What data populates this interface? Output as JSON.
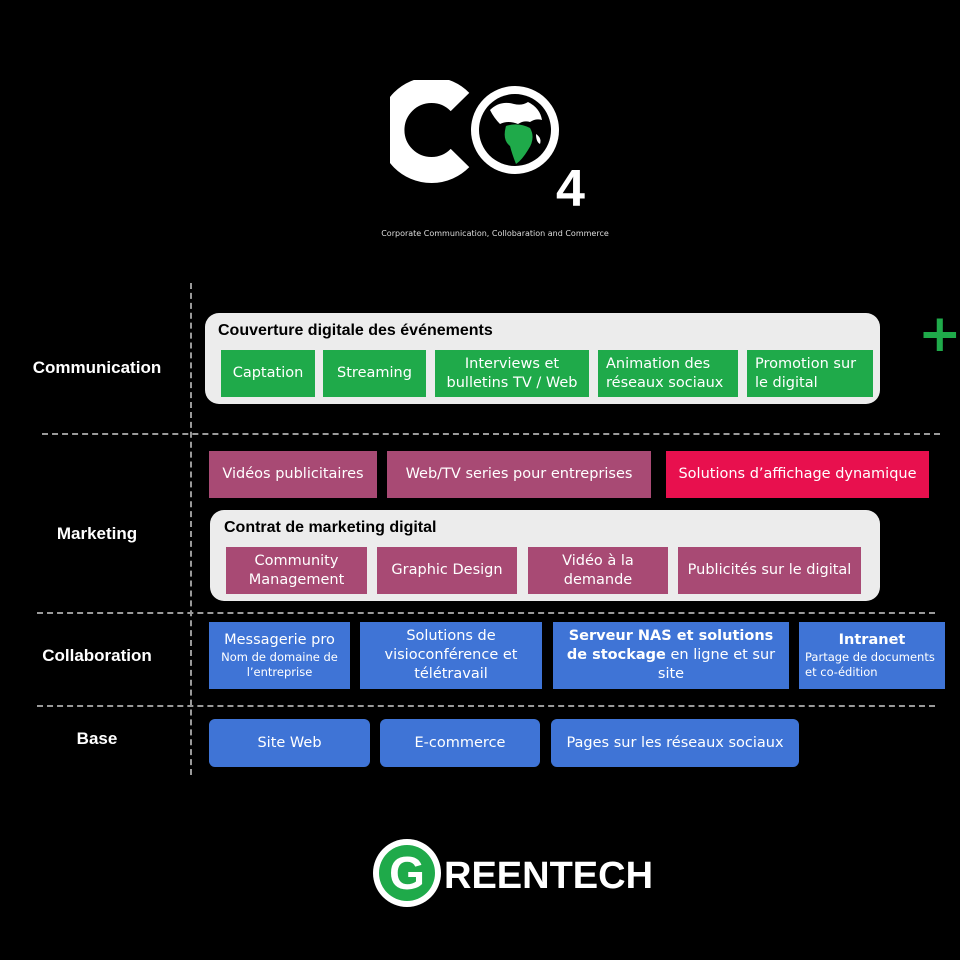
{
  "header": {
    "logo_text": "CO",
    "logo_subscript": "4",
    "tagline": "Corporate Communication, Collobaration and Commerce"
  },
  "rows": {
    "communication": "Communication",
    "marketing": "Marketing",
    "collaboration": "Collaboration",
    "base": "Base"
  },
  "communication": {
    "panel_title": "Couverture digitale des événements",
    "items": [
      "Captation",
      "Streaming",
      "Interviews et bulletins TV / Web",
      "Animation des réseaux sociaux",
      "Promotion sur le digital"
    ],
    "plus_symbol": "+"
  },
  "marketing": {
    "top_items": [
      "Vidéos publicitaires",
      "Web/TV series pour entreprises",
      "Solutions d’affichage dynamique"
    ],
    "panel_title": "Contrat de marketing digital",
    "items": [
      "Community Management",
      "Graphic Design",
      "Vidéo à la demande",
      "Publicités sur le digital"
    ]
  },
  "collaboration": {
    "messagerie_title": "Messagerie pro",
    "messagerie_sub": "Nom de domaine de l’entreprise",
    "visio": "Solutions de visioconférence et télétravail",
    "nas_bold": "Serveur NAS et solutions de stockage",
    "nas_rest": " en ligne et sur site",
    "intranet_title": "Intranet",
    "intranet_sub": "Partage de documents et co-édition"
  },
  "base": {
    "items": [
      "Site Web",
      "E-commerce",
      "Pages sur les réseaux sociaux"
    ]
  },
  "footer": {
    "logo_letter": "G",
    "logo_text": "REENTECH"
  },
  "colors": {
    "background": "#000000",
    "communication": "#1faa4a",
    "marketing": "#a84a74",
    "highlight": "#e8104e",
    "collaboration": "#3f74d6",
    "panel": "#ececec"
  },
  "icons": [
    "globe-africa-icon",
    "plus-icon",
    "greentech-g-icon"
  ]
}
